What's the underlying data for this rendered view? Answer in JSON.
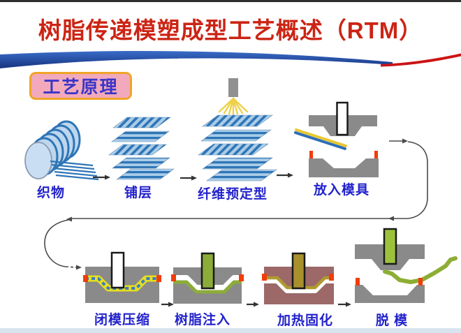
{
  "slide": {
    "title": "树脂传递模塑成型工艺概述（RTM）",
    "section_label": "工艺原理"
  },
  "process": {
    "top_steps": [
      {
        "label": "织物"
      },
      {
        "label": "铺层"
      },
      {
        "label": "纤维预定型"
      },
      {
        "label": "放入模具"
      }
    ],
    "bottom_steps": [
      {
        "label": "闭模压缩"
      },
      {
        "label": "树脂注入"
      },
      {
        "label": "加热固化"
      },
      {
        "label": "脱 模"
      }
    ]
  },
  "colors": {
    "title_red": "#cc2414",
    "label_blue": "#2222cc",
    "section_bg": "#f2a9bc",
    "section_border": "#f0a428",
    "fabric_light": "#a9cce8",
    "fabric_dark": "#2e75b6",
    "mold_gray": "#8a8a8a",
    "heated_mold_red": "#9c6868",
    "resin_green": "#8cac3a",
    "cured_olive": "#a8902c",
    "spray_yellow": "#eed04a",
    "channel_yellow": "#e6de1e",
    "seal_red": "#f23c0a",
    "swoosh_blue": "#2456b0",
    "swoosh_red": "#cc1414"
  }
}
